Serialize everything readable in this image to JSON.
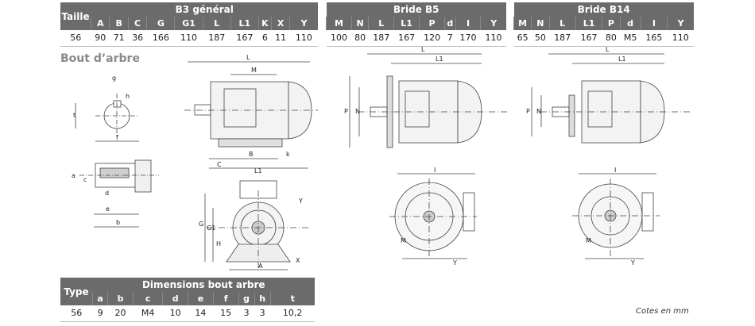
{
  "b3": {
    "size_label": "Taille",
    "title": "B3 général",
    "headers": [
      "A",
      "B",
      "C",
      "G",
      "G1",
      "L",
      "L1",
      "K",
      "X",
      "Y"
    ],
    "size": "56",
    "values": [
      "90",
      "71",
      "36",
      "166",
      "110",
      "187",
      "167",
      "6",
      "11",
      "110"
    ]
  },
  "b5": {
    "title": "Bride B5",
    "headers": [
      "M",
      "N",
      "L",
      "L1",
      "P",
      "d",
      "I",
      "Y"
    ],
    "values": [
      "100",
      "80",
      "187",
      "167",
      "120",
      "7",
      "170",
      "110"
    ]
  },
  "b14": {
    "title": "Bride B14",
    "headers": [
      "M",
      "N",
      "L",
      "L1",
      "P",
      "d",
      "I",
      "Y"
    ],
    "values": [
      "65",
      "50",
      "187",
      "167",
      "80",
      "M5",
      "165",
      "110"
    ]
  },
  "shaft": {
    "title": "Bout d’arbre",
    "table_title": "Dimensions bout arbre",
    "type_label": "Type",
    "headers": [
      "a",
      "b",
      "c",
      "d",
      "e",
      "f",
      "g",
      "h",
      "t"
    ],
    "type": "56",
    "values": [
      "9",
      "20",
      "M4",
      "10",
      "14",
      "15",
      "3",
      "3",
      "10,2"
    ]
  },
  "footnote": "Cotes en mm",
  "drawing_labels": {
    "shaft": [
      "g",
      "h",
      "t",
      "f",
      "a",
      "c",
      "d",
      "e",
      "b"
    ],
    "b3_side": [
      "L",
      "M",
      "C",
      "B",
      "L1",
      "k"
    ],
    "b3_front": [
      "G",
      "G1",
      "H",
      "A",
      "X",
      "Y"
    ],
    "b5_side": [
      "L",
      "L1",
      "P",
      "N"
    ],
    "b5_front": [
      "I",
      "M",
      "Y"
    ],
    "b14_side": [
      "L",
      "L1",
      "P",
      "N"
    ],
    "b14_front": [
      "I",
      "M",
      "Y"
    ]
  },
  "colors": {
    "header_bg": "#6b6b6b",
    "header_text": "#ffffff",
    "title_gray": "#8a8a8a"
  }
}
